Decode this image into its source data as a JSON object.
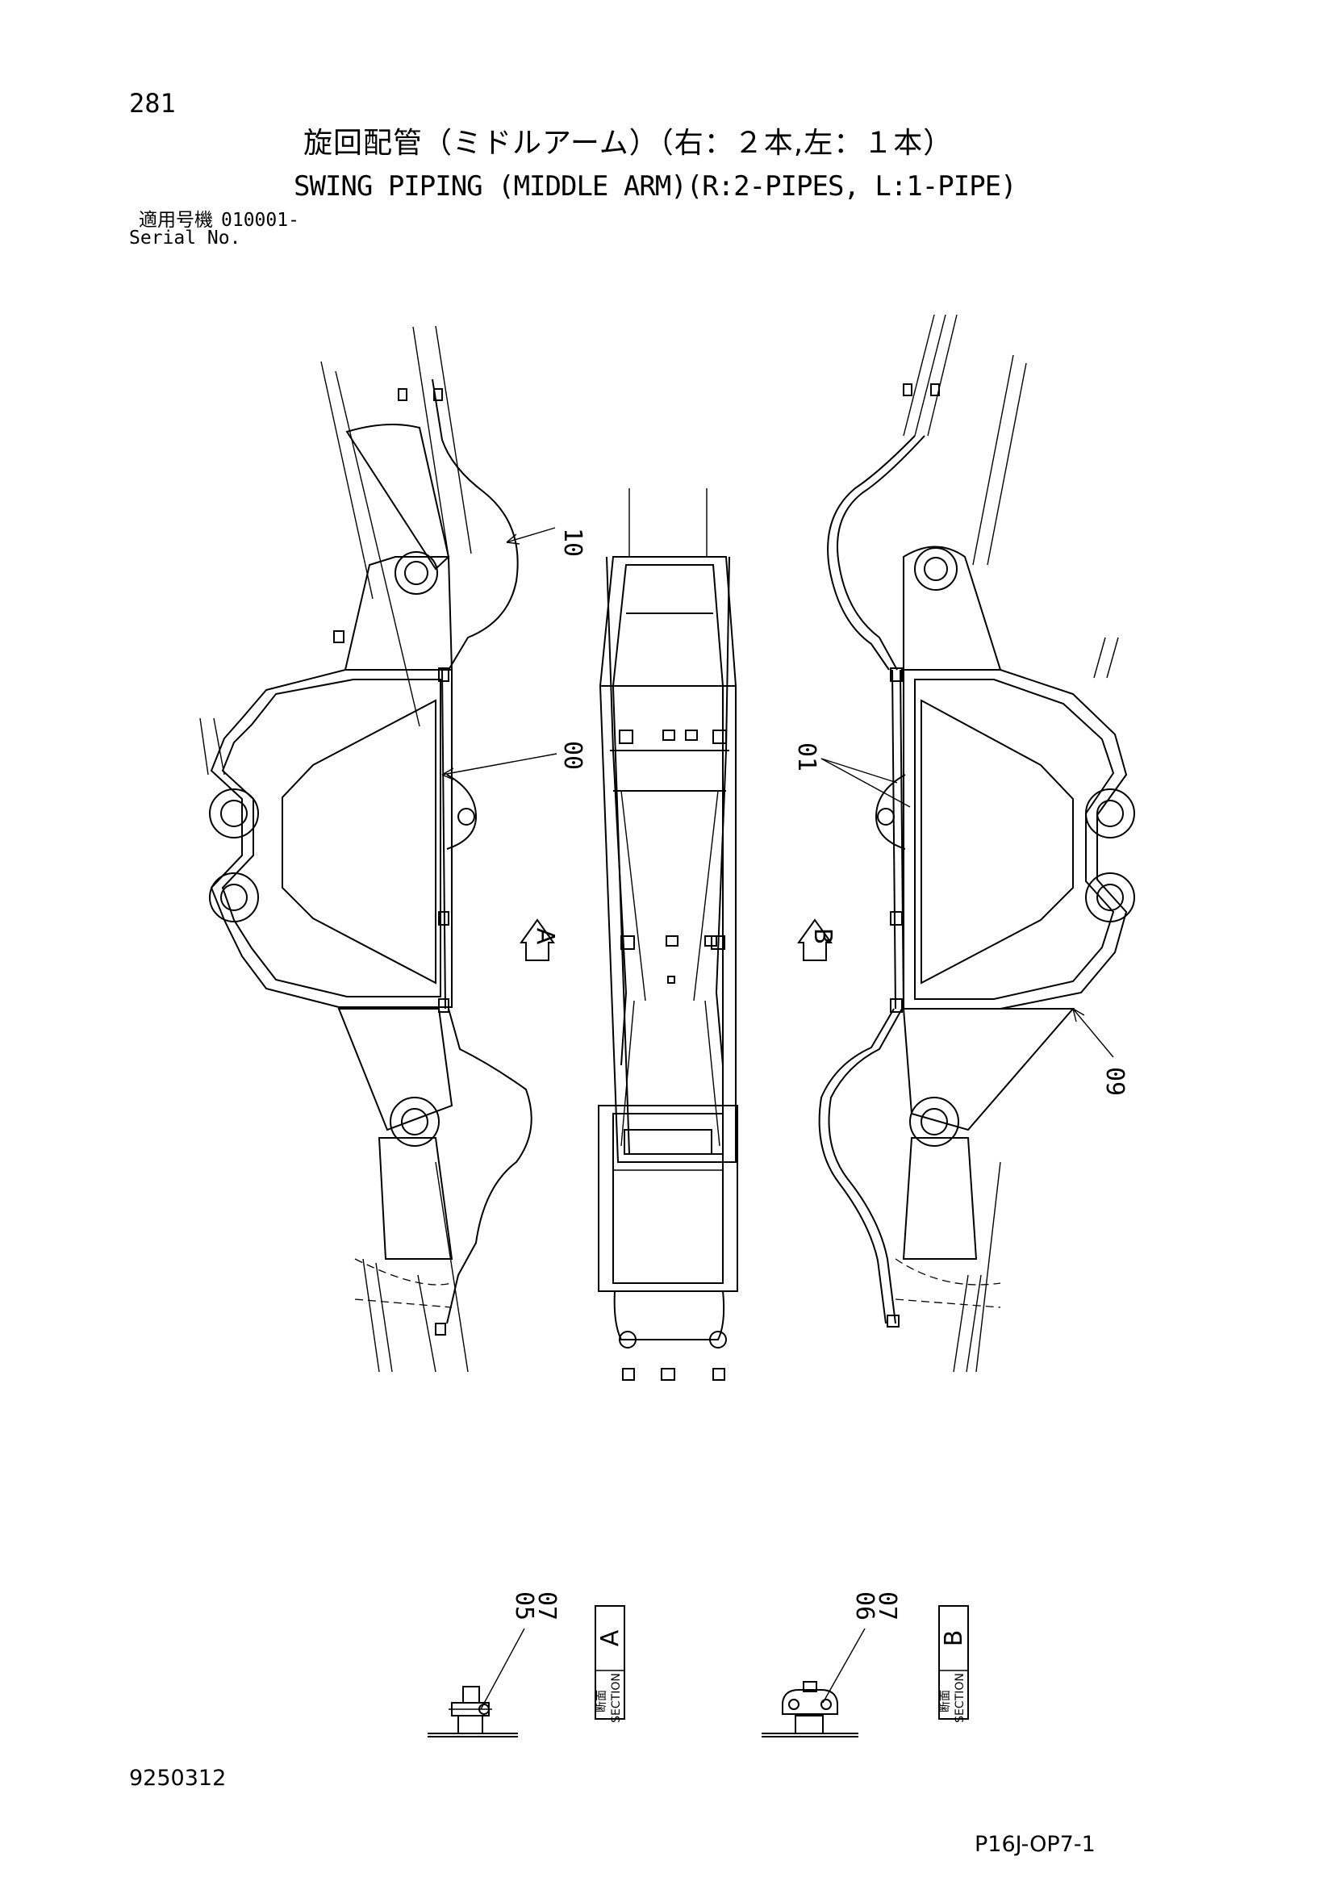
{
  "header": {
    "page_number": "281",
    "title_jp": "旋回配管（ミドルアーム）（右：２本,左：１本）",
    "title_en": "SWING PIPING (MIDDLE ARM)(R:2-PIPES, L:1-PIPE)",
    "serial_jp_label": "適用号機",
    "serial_value": "010001-",
    "serial_en_label": "Serial No."
  },
  "callouts": {
    "part_10": "10",
    "part_00": "00",
    "part_01": "01",
    "part_09": "09",
    "part_05": "05",
    "part_07_a": "07",
    "part_06": "06",
    "part_07_b": "07"
  },
  "view_markers": {
    "view_a": "A",
    "view_b": "B"
  },
  "sections": {
    "a": {
      "letter": "A",
      "jp_label": "断面",
      "en_label": "SECTION"
    },
    "b": {
      "letter": "B",
      "jp_label": "断面",
      "en_label": "SECTION"
    }
  },
  "footer": {
    "doc_number": "9250312",
    "drawing_code": "P16J-OP7-1"
  }
}
